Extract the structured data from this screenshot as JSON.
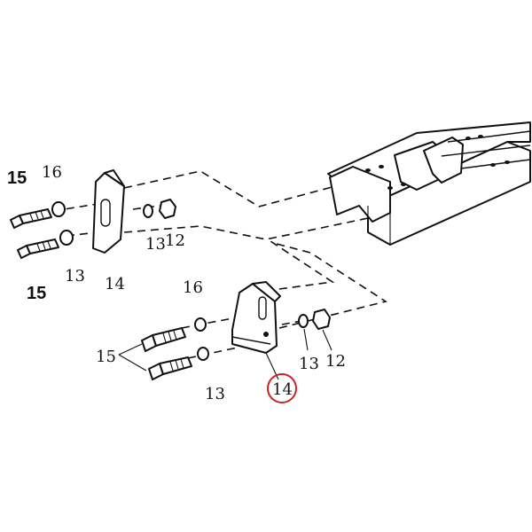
{
  "diagram": {
    "highlight_color": "#cc2222",
    "ink_color": "#111111",
    "callouts": {
      "upper_bolt_15": "15",
      "upper_washer_16": "16",
      "upper_bolt_15_lower": "15",
      "upper_washer_13": "13",
      "upper_bracket_14": "14",
      "upper_lockwasher_13": "13",
      "upper_nut_12": "12",
      "lower_washer_16": "16",
      "lower_bolts_15": "15",
      "lower_washer_13": "13",
      "lower_bracket_14": "14",
      "lower_lockwasher_13": "13",
      "lower_nut_12": "12"
    }
  }
}
